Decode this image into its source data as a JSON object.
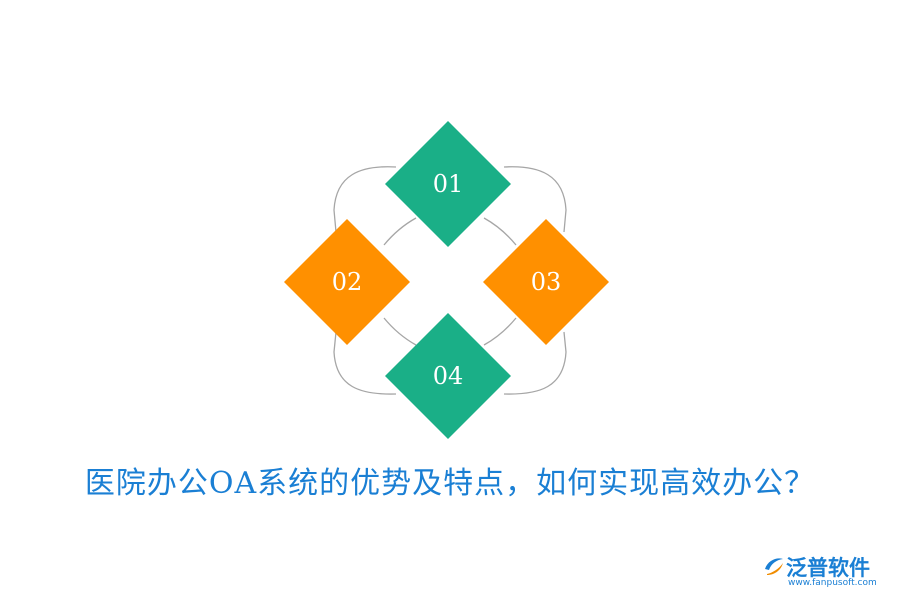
{
  "diagram": {
    "items": [
      {
        "label": "01"
      },
      {
        "label": "02"
      },
      {
        "label": "03"
      },
      {
        "label": "04"
      }
    ]
  },
  "headline": "医院办公OA系统的优势及特点，如何实现高效办公？",
  "brand": {
    "name": "泛普软件",
    "url": "www.fanpusoft.com"
  },
  "colors": {
    "green": "#1aaf87",
    "orange": "#ff9000",
    "ring": "#a6a6a6",
    "headline": "#1a7fd4",
    "brand": "#1a7fd4",
    "brand_accent": "#f08c00"
  },
  "icons": [
    "logo-icon"
  ]
}
